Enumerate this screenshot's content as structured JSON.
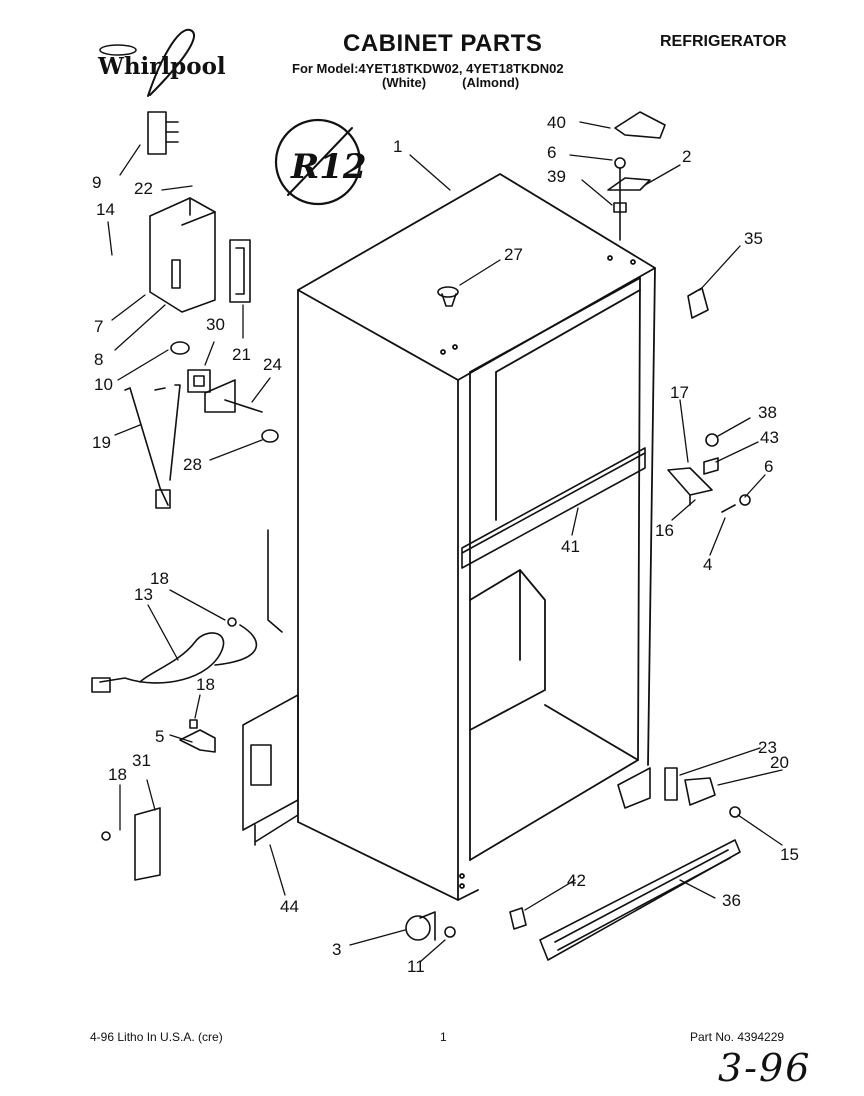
{
  "header": {
    "brand": "Whirlpool",
    "title": "CABINET PARTS",
    "category": "REFRIGERATOR",
    "models": "For Model:4YET18TKDW02, 4YET18TKDN02",
    "variants": "(White)          (Almond)"
  },
  "badge": "R12",
  "callouts": [
    {
      "id": "c1",
      "text": "1"
    },
    {
      "id": "c2",
      "text": "2"
    },
    {
      "id": "c3",
      "text": "3"
    },
    {
      "id": "c4",
      "text": "4"
    },
    {
      "id": "c5",
      "text": "5"
    },
    {
      "id": "c6a",
      "text": "6"
    },
    {
      "id": "c6b",
      "text": "6"
    },
    {
      "id": "c7",
      "text": "7"
    },
    {
      "id": "c8",
      "text": "8"
    },
    {
      "id": "c9",
      "text": "9"
    },
    {
      "id": "c10",
      "text": "10"
    },
    {
      "id": "c11",
      "text": "11"
    },
    {
      "id": "c13",
      "text": "13"
    },
    {
      "id": "c14",
      "text": "14"
    },
    {
      "id": "c15",
      "text": "15"
    },
    {
      "id": "c16",
      "text": "16"
    },
    {
      "id": "c17",
      "text": "17"
    },
    {
      "id": "c18a",
      "text": "18"
    },
    {
      "id": "c18b",
      "text": "18"
    },
    {
      "id": "c18c",
      "text": "18"
    },
    {
      "id": "c19",
      "text": "19"
    },
    {
      "id": "c20",
      "text": "20"
    },
    {
      "id": "c21",
      "text": "21"
    },
    {
      "id": "c22",
      "text": "22"
    },
    {
      "id": "c23",
      "text": "23"
    },
    {
      "id": "c24",
      "text": "24"
    },
    {
      "id": "c27",
      "text": "27"
    },
    {
      "id": "c28",
      "text": "28"
    },
    {
      "id": "c30",
      "text": "30"
    },
    {
      "id": "c31",
      "text": "31"
    },
    {
      "id": "c35",
      "text": "35"
    },
    {
      "id": "c36",
      "text": "36"
    },
    {
      "id": "c38",
      "text": "38"
    },
    {
      "id": "c39",
      "text": "39"
    },
    {
      "id": "c40",
      "text": "40"
    },
    {
      "id": "c41",
      "text": "41"
    },
    {
      "id": "c42",
      "text": "42"
    },
    {
      "id": "c43",
      "text": "43"
    },
    {
      "id": "c44",
      "text": "44"
    }
  ],
  "footer": {
    "litho": "4-96 Litho In U.S.A. (cre)",
    "page": "1",
    "part_no": "Part No. 4394229",
    "handwritten": "3-96"
  }
}
